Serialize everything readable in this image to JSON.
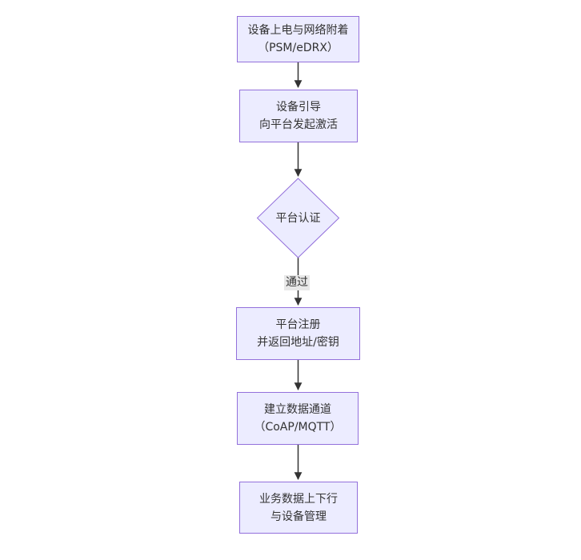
{
  "diagram": {
    "type": "flowchart",
    "direction": "top-down",
    "colors": {
      "background": "#ffffff",
      "node_fill": "#ECECFF",
      "node_border": "#9370DB",
      "text_color": "#333333",
      "edge_color": "#333333",
      "edge_label_bg": "#e8e8e8"
    }
  },
  "nodes": [
    {
      "id": "power-attach",
      "type": "rect",
      "lines": [
        "设备上电与网络附着",
        "（PSM/eDRX）"
      ]
    },
    {
      "id": "bootstrap",
      "type": "rect",
      "lines": [
        "设备引导",
        "向平台发起激活"
      ]
    },
    {
      "id": "auth",
      "type": "diamond",
      "lines": [
        "平台认证"
      ]
    },
    {
      "id": "register",
      "type": "rect",
      "lines": [
        "平台注册",
        "并返回地址/密钥"
      ]
    },
    {
      "id": "channel",
      "type": "rect",
      "lines": [
        "建立数据通道",
        "（CoAP/MQTT）"
      ]
    },
    {
      "id": "business",
      "type": "rect",
      "lines": [
        "业务数据上下行",
        "与设备管理"
      ]
    }
  ],
  "edges": [
    {
      "from": "power-attach",
      "to": "bootstrap",
      "label": ""
    },
    {
      "from": "bootstrap",
      "to": "auth",
      "label": ""
    },
    {
      "from": "auth",
      "to": "register",
      "label": "通过"
    },
    {
      "from": "register",
      "to": "channel",
      "label": ""
    },
    {
      "from": "channel",
      "to": "business",
      "label": ""
    }
  ]
}
